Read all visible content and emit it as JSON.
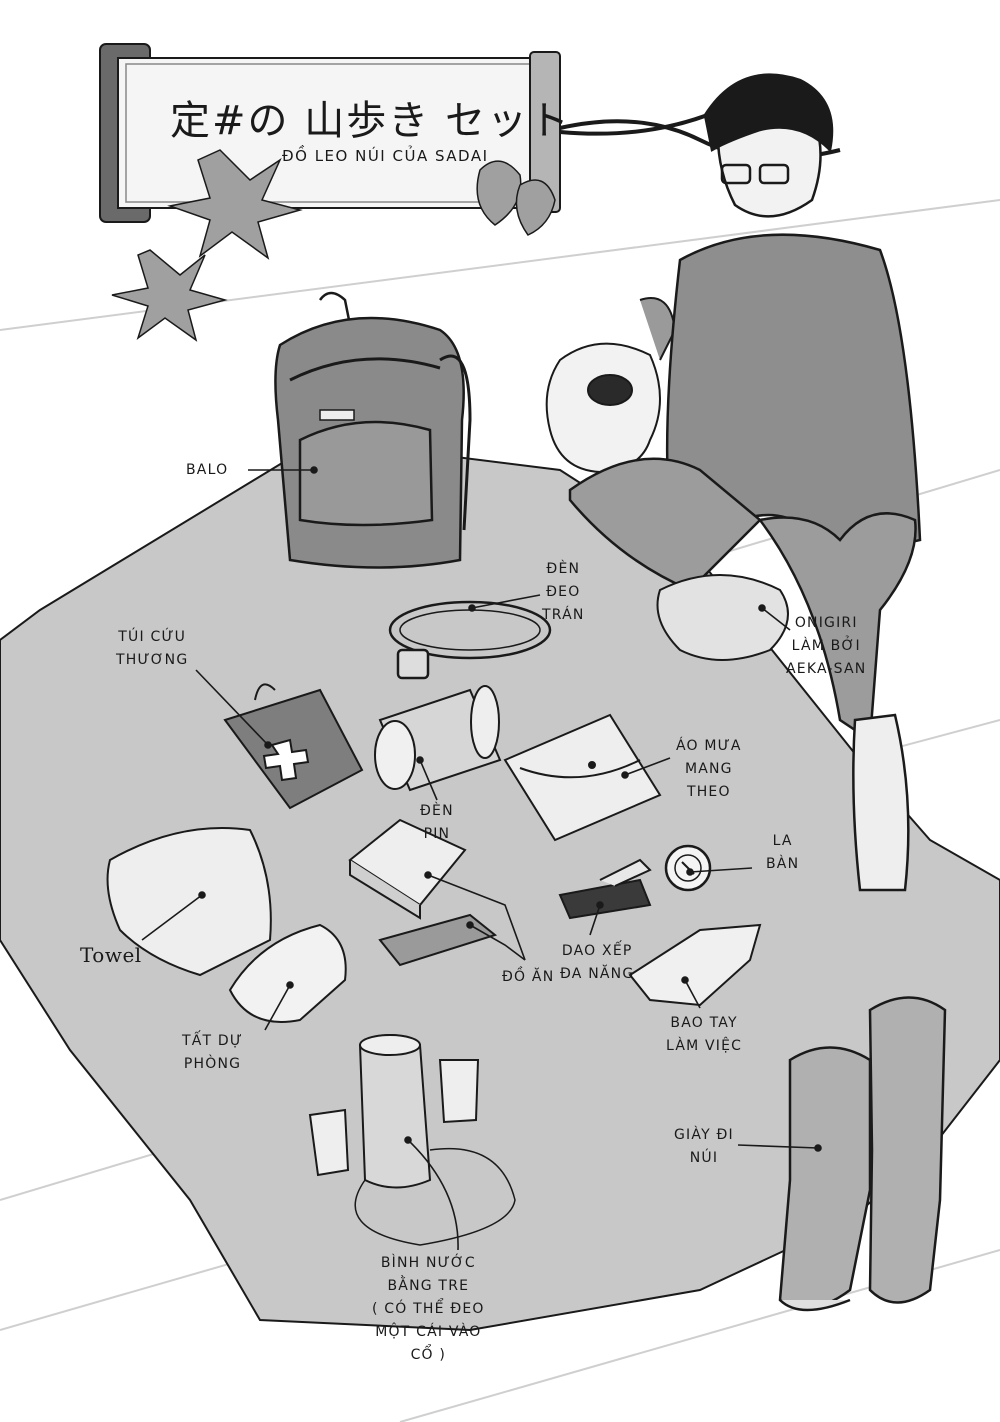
{
  "title": {
    "japanese": "定#の 山歩き セット",
    "vietnamese": "ĐỒ LEO NÚI CỦA SADAI"
  },
  "labels": {
    "balo": [
      "BALO"
    ],
    "headlamp": [
      "ĐÈN",
      "ĐEO",
      "TRÁN"
    ],
    "first_aid": [
      "TÚI CỨU",
      "THƯƠNG"
    ],
    "onigiri": [
      "ONIGIRI",
      "LÀM BỞI",
      "AEKA-SAN"
    ],
    "flashlight": [
      "ĐÈN",
      "PIN"
    ],
    "raincoat": [
      "ÁO MƯA",
      "MANG",
      "THEO"
    ],
    "compass": [
      "LA",
      "BÀN"
    ],
    "towel": [
      "Towel"
    ],
    "knife": [
      "DAO XẾP",
      "ĐA NĂNG"
    ],
    "food": [
      "ĐỒ ĂN"
    ],
    "gloves": [
      "BAO TAY",
      "LÀM VIỆC"
    ],
    "socks": [
      "TẤT DỰ",
      "PHÒNG"
    ],
    "boots": [
      "GIÀY ĐI",
      "NÚI"
    ],
    "canteen": [
      "BÌNH NƯỚC",
      "BẰNG TRE",
      "( CÓ THỂ ĐEO",
      "MỘT CÁI VÀO",
      "CỔ )"
    ]
  },
  "colors": {
    "sheet": "#c8c8c8",
    "ink": "#1a1a1a",
    "floor": "#ffffff",
    "shirt": "#8e8e8e",
    "pants": "#9c9c9c"
  }
}
